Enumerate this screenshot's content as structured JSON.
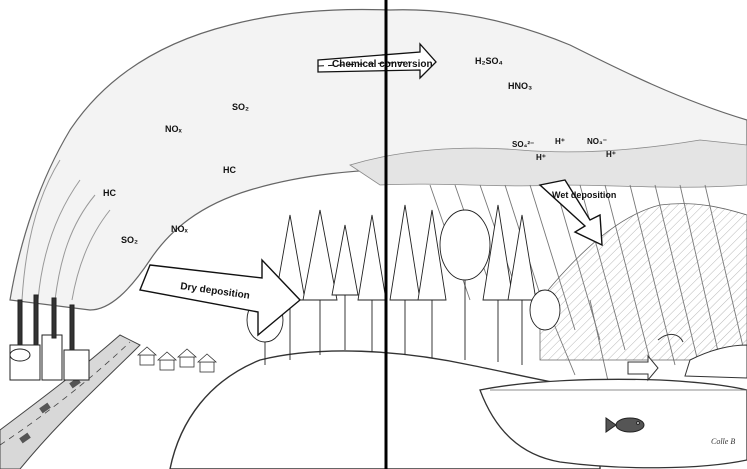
{
  "labels": {
    "chemical_conversion": "Chemical conversion",
    "h2so4": "H₂SO₄",
    "hno3": "HNO₃",
    "so2_top": "SO₂",
    "nox_top": "NOₓ",
    "hc_mid": "HC",
    "hc_left": "HC",
    "so2_low": "SO₂",
    "nox_low": "NOₓ",
    "so4": "SO₄²⁻",
    "h_plus_1": "H⁺",
    "h_plus_2": "H⁺",
    "h_plus_3": "H⁺",
    "no3": "NO₃⁻",
    "wet_deposition": "Wet deposition",
    "dry_deposition": "Dry deposition",
    "signature": "Colle B"
  },
  "colors": {
    "ink": "#111111",
    "divider": "#000000",
    "cloud_fill": "#f3f3f3",
    "background": "#ffffff"
  },
  "icons": [
    "factory-icon",
    "tree-icon",
    "fish-icon",
    "arrow-icon"
  ]
}
